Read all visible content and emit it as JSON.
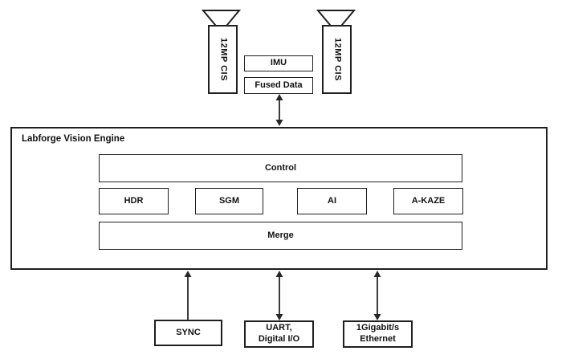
{
  "diagram": {
    "camera_left": {
      "label": "12MP CIS"
    },
    "camera_right": {
      "label": "12MP CIS"
    },
    "imu": {
      "label": "IMU"
    },
    "fused_data": {
      "label": "Fused Data"
    },
    "engine": {
      "title": "Labforge Vision Engine",
      "control_label": "Control",
      "blocks": [
        "HDR",
        "SGM",
        "AI",
        "A-KAZE"
      ],
      "merge_label": "Merge"
    },
    "io": {
      "sync_label": "SYNC",
      "uart_line1": "UART,",
      "uart_line2": "Digital I/O",
      "ethernet_line1": "1Gigabit/s",
      "ethernet_line2": "Ethernet"
    },
    "colors": {
      "stroke": "#1f1f1f",
      "background": "#ffffff",
      "text": "#111111"
    }
  }
}
